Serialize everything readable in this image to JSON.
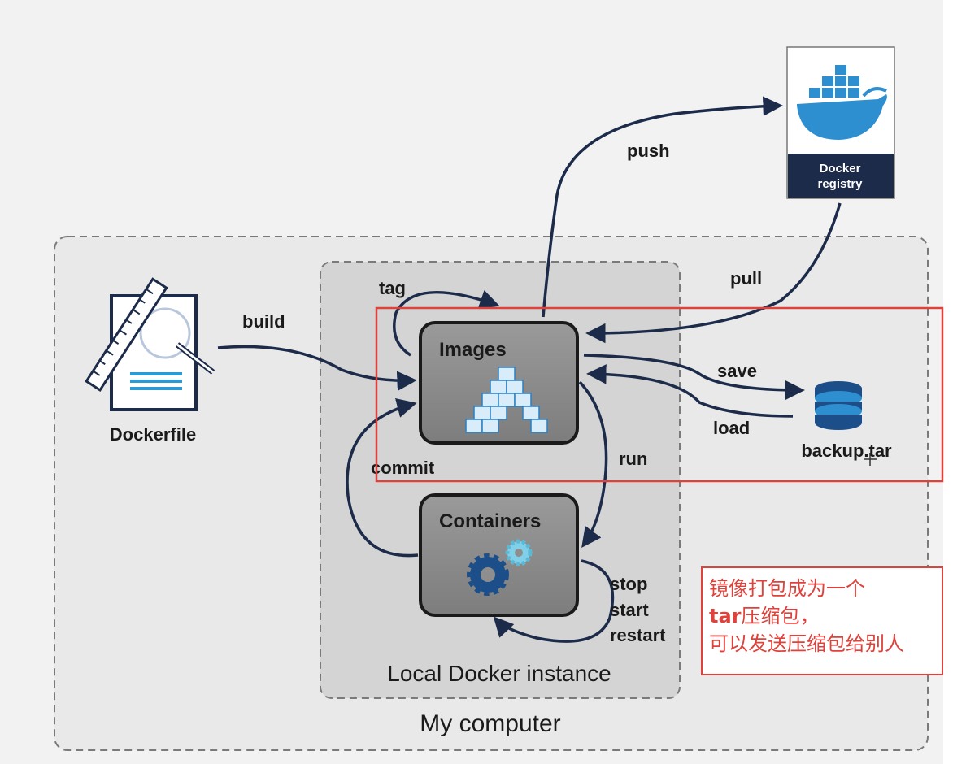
{
  "diagram": {
    "registry_label_1": "Docker",
    "registry_label_2": "registry",
    "dockerfile_label": "Dockerfile",
    "build_label": "build",
    "tag_label": "tag",
    "images_label": "Images",
    "containers_label": "Containers",
    "push_label": "push",
    "pull_label": "pull",
    "save_label": "save",
    "load_label": "load",
    "backup_label": "backup.tar",
    "commit_label": "commit",
    "run_label": "run",
    "stop_label": "stop",
    "start_label": "start",
    "restart_label": "restart",
    "local_docker_label": "Local Docker instance",
    "my_computer_label": "My computer"
  },
  "annotation": {
    "line1": "镜像打包成为一个",
    "line2_accent": "tar",
    "line2_rest": "压缩包，",
    "line3": "可以发送压缩包给别人"
  },
  "colors": {
    "arrow": "#1c2b4a",
    "highlight": "#e0413a",
    "box_fill": "#8e8e8e",
    "registry_navy": "#1c2b4a",
    "docker_blue": "#2d8fcf"
  }
}
